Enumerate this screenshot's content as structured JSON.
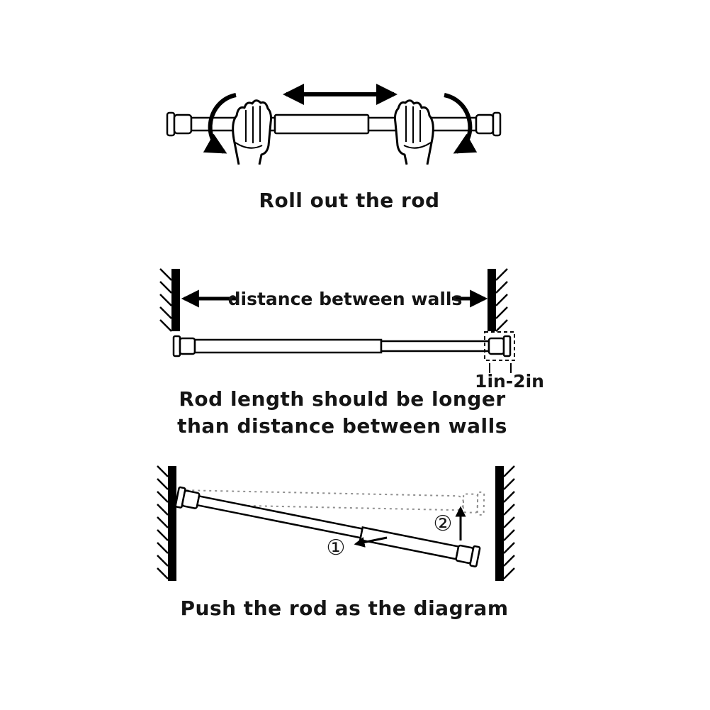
{
  "document": {
    "background": "#ffffff",
    "ink": "#000000",
    "ghost_color": "#8f8f8f"
  },
  "step_roll": {
    "caption": "Roll out the rod"
  },
  "step_length": {
    "wall_distance_label": "distance between walls",
    "overlap_label": "1in-2in",
    "caption_line1": "Rod length should be longer",
    "caption_line2": "than distance between walls"
  },
  "step_push": {
    "caption": "Push the rod as the diagram",
    "marker_1": "①",
    "marker_2": "②"
  }
}
